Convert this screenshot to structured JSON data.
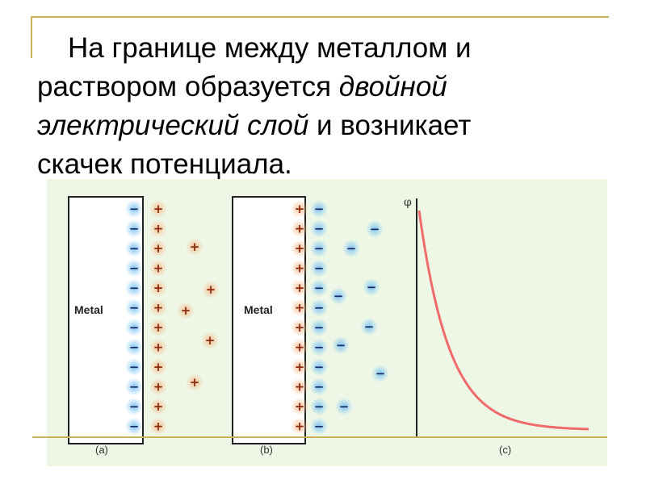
{
  "slide": {
    "text": {
      "line1": "На границе между металлом и",
      "line2_a": "раствором образуется ",
      "line2_em": "двойной",
      "line3_em": "электрический слой",
      "line3_b": " и возникает",
      "line4": "скачек потенциала."
    },
    "figure": {
      "panel_a": {
        "metal_label": "Metal",
        "caption": "(a)"
      },
      "panel_b": {
        "metal_label": "Metal",
        "caption": "(b)"
      },
      "panel_c": {
        "y_axis_label": "φ",
        "caption": "(c)"
      }
    },
    "colors": {
      "positive_ion": "#e8944a",
      "negative_ion": "#4aa8e8",
      "curve": "#f06a6a",
      "rule": "#c9b25a",
      "figure_bg": "#eef7e6"
    },
    "symbols": {
      "plus": "+",
      "minus": "−"
    }
  }
}
